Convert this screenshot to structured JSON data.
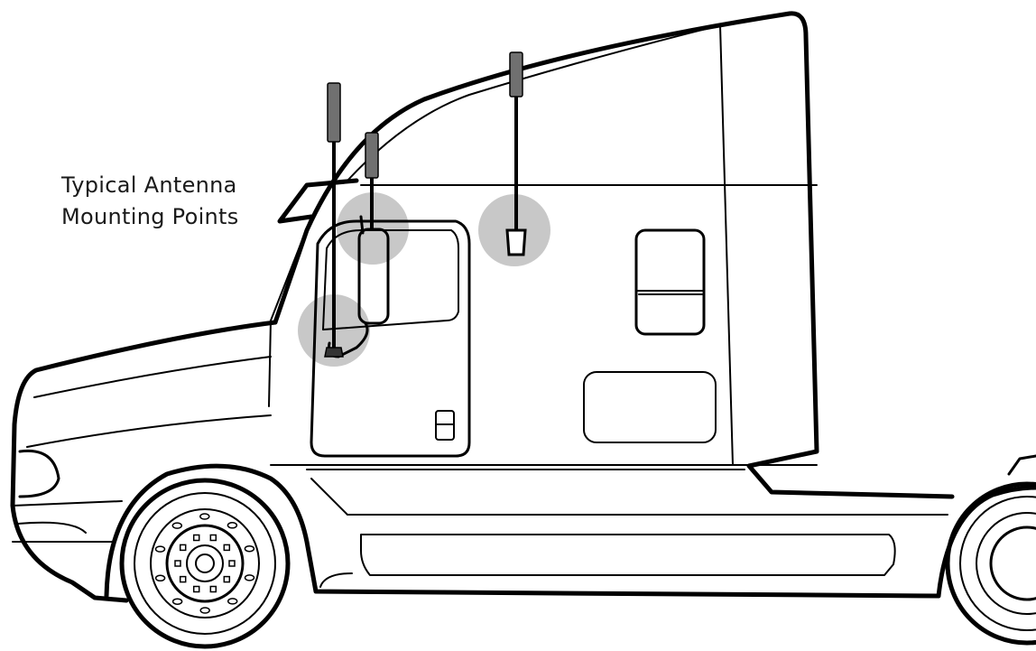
{
  "caption": {
    "line1": "Typical Antenna",
    "line2": "Mounting Points"
  },
  "mounting_points": [
    {
      "name": "mirror-arm-mount"
    },
    {
      "name": "mirror-top-mount"
    },
    {
      "name": "cab-roof-side-mount"
    }
  ],
  "colors": {
    "line": "#000000",
    "highlight": "#9a9a9a",
    "antenna_tip": "#707070"
  }
}
